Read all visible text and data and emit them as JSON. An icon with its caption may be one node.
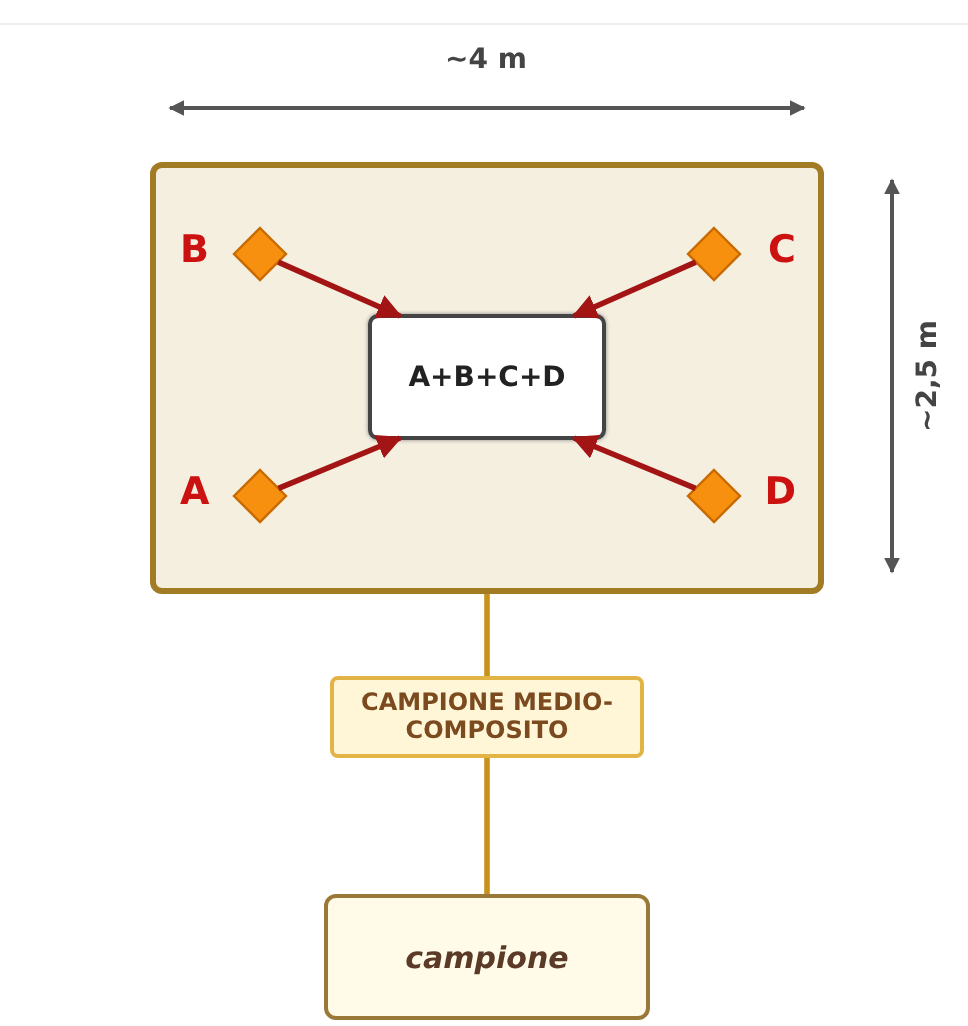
{
  "diagram": {
    "nodes": [
      {
        "text": [],
        "shape": "box"
      },
      {
        "text": [
          "B"
        ],
        "in": 0
      },
      {
        "text": [
          "C"
        ],
        "in": 0
      },
      {
        "text": [
          "A+B+C+D"
        ],
        "in": 0
      },
      {
        "text": [
          "A"
        ],
        "in": 0
      },
      {
        "text": [
          "D"
        ],
        "in": 0
      },
      {
        "text": [
          "CAMPIONE MEDIO-COMPOSITO"
        ]
      },
      {
        "text": [
          "campione"
        ]
      }
    ],
    "edges": [
      {
        "from": 1,
        "to": 3,
        "arrow": "to",
        "color": "#a31515"
      },
      {
        "from": 2,
        "to": 3,
        "arrow": "to",
        "color": "#a31515"
      },
      {
        "from": 4,
        "to": 3,
        "arrow": "to",
        "color": "#a31515"
      },
      {
        "from": 5,
        "to": 3,
        "arrow": "to",
        "color": "#a31515"
      },
      {
        "from": 0,
        "to": 6,
        "arrow": "none",
        "color": "#c8921a"
      },
      {
        "from": 6,
        "to": 7,
        "arrow": "none",
        "color": "#c8921a"
      }
    ],
    "labels": [
      "~4 m",
      "~2,5 m"
    ]
  }
}
